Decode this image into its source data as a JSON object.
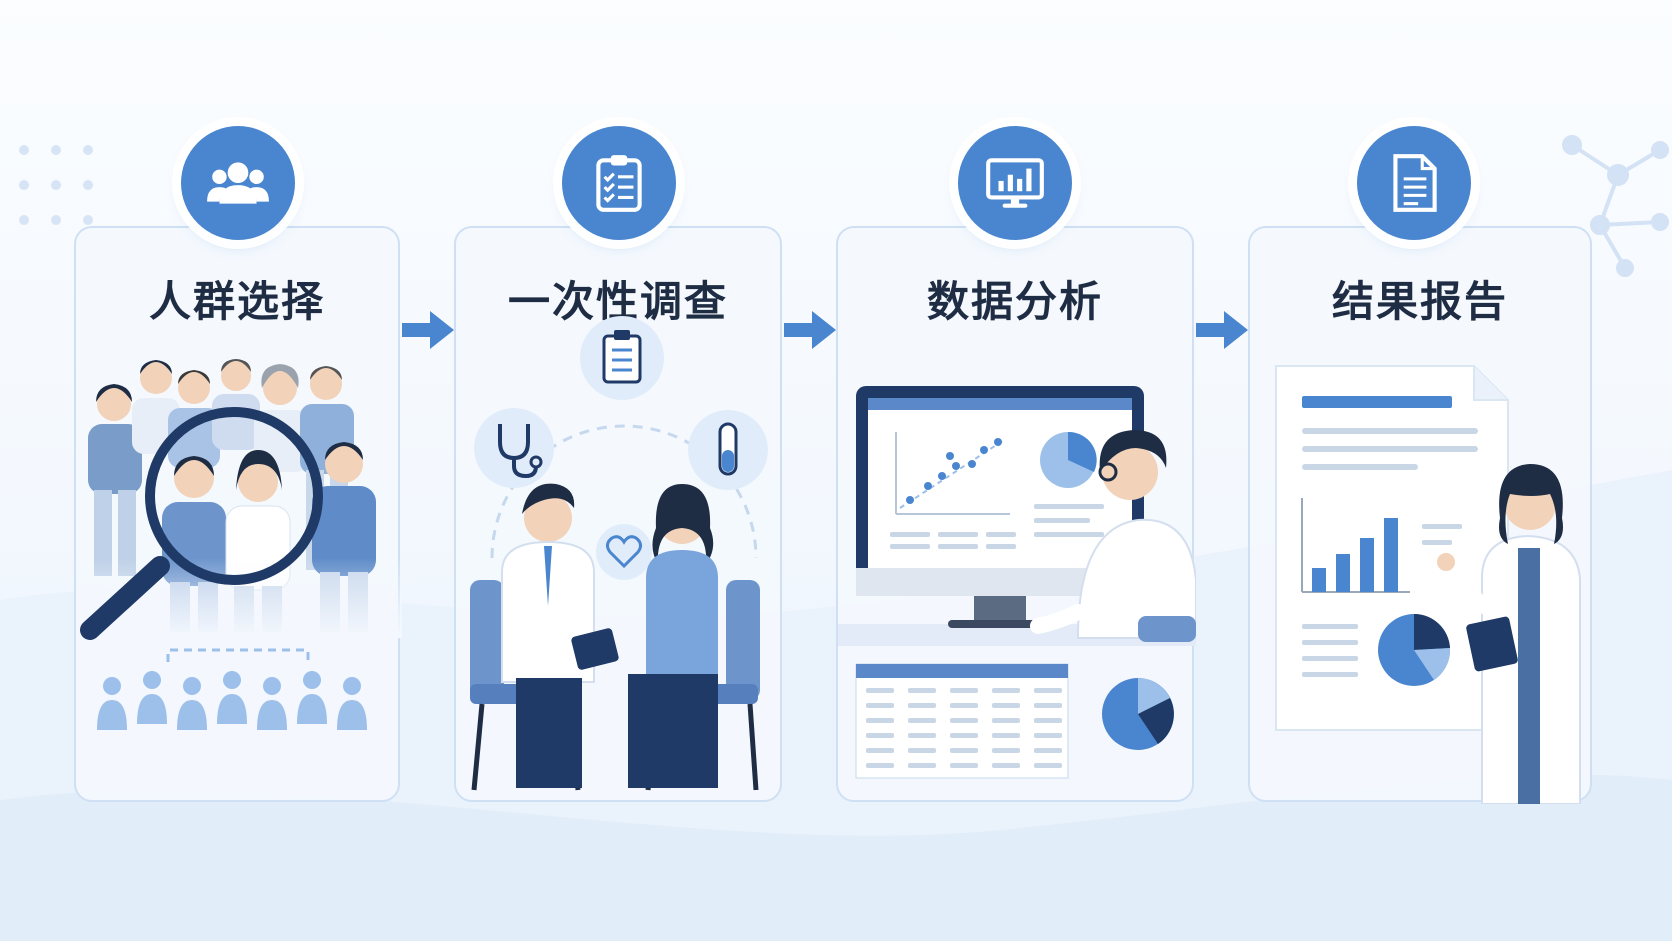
{
  "colors": {
    "primary": "#4a86cf",
    "light": "#9dc0ea",
    "dark": "#1f3a66",
    "text": "#1f2d44",
    "card_border": "#cfe0f4"
  },
  "steps": [
    {
      "title": "人群选择",
      "icon": "users-icon"
    },
    {
      "title": "一次性调查",
      "icon": "clipboard-check-icon"
    },
    {
      "title": "数据分析",
      "icon": "monitor-chart-icon"
    },
    {
      "title": "结果报告",
      "icon": "document-icon"
    }
  ],
  "connectors": [
    "arrow-right-icon",
    "arrow-right-icon",
    "arrow-right-icon"
  ]
}
